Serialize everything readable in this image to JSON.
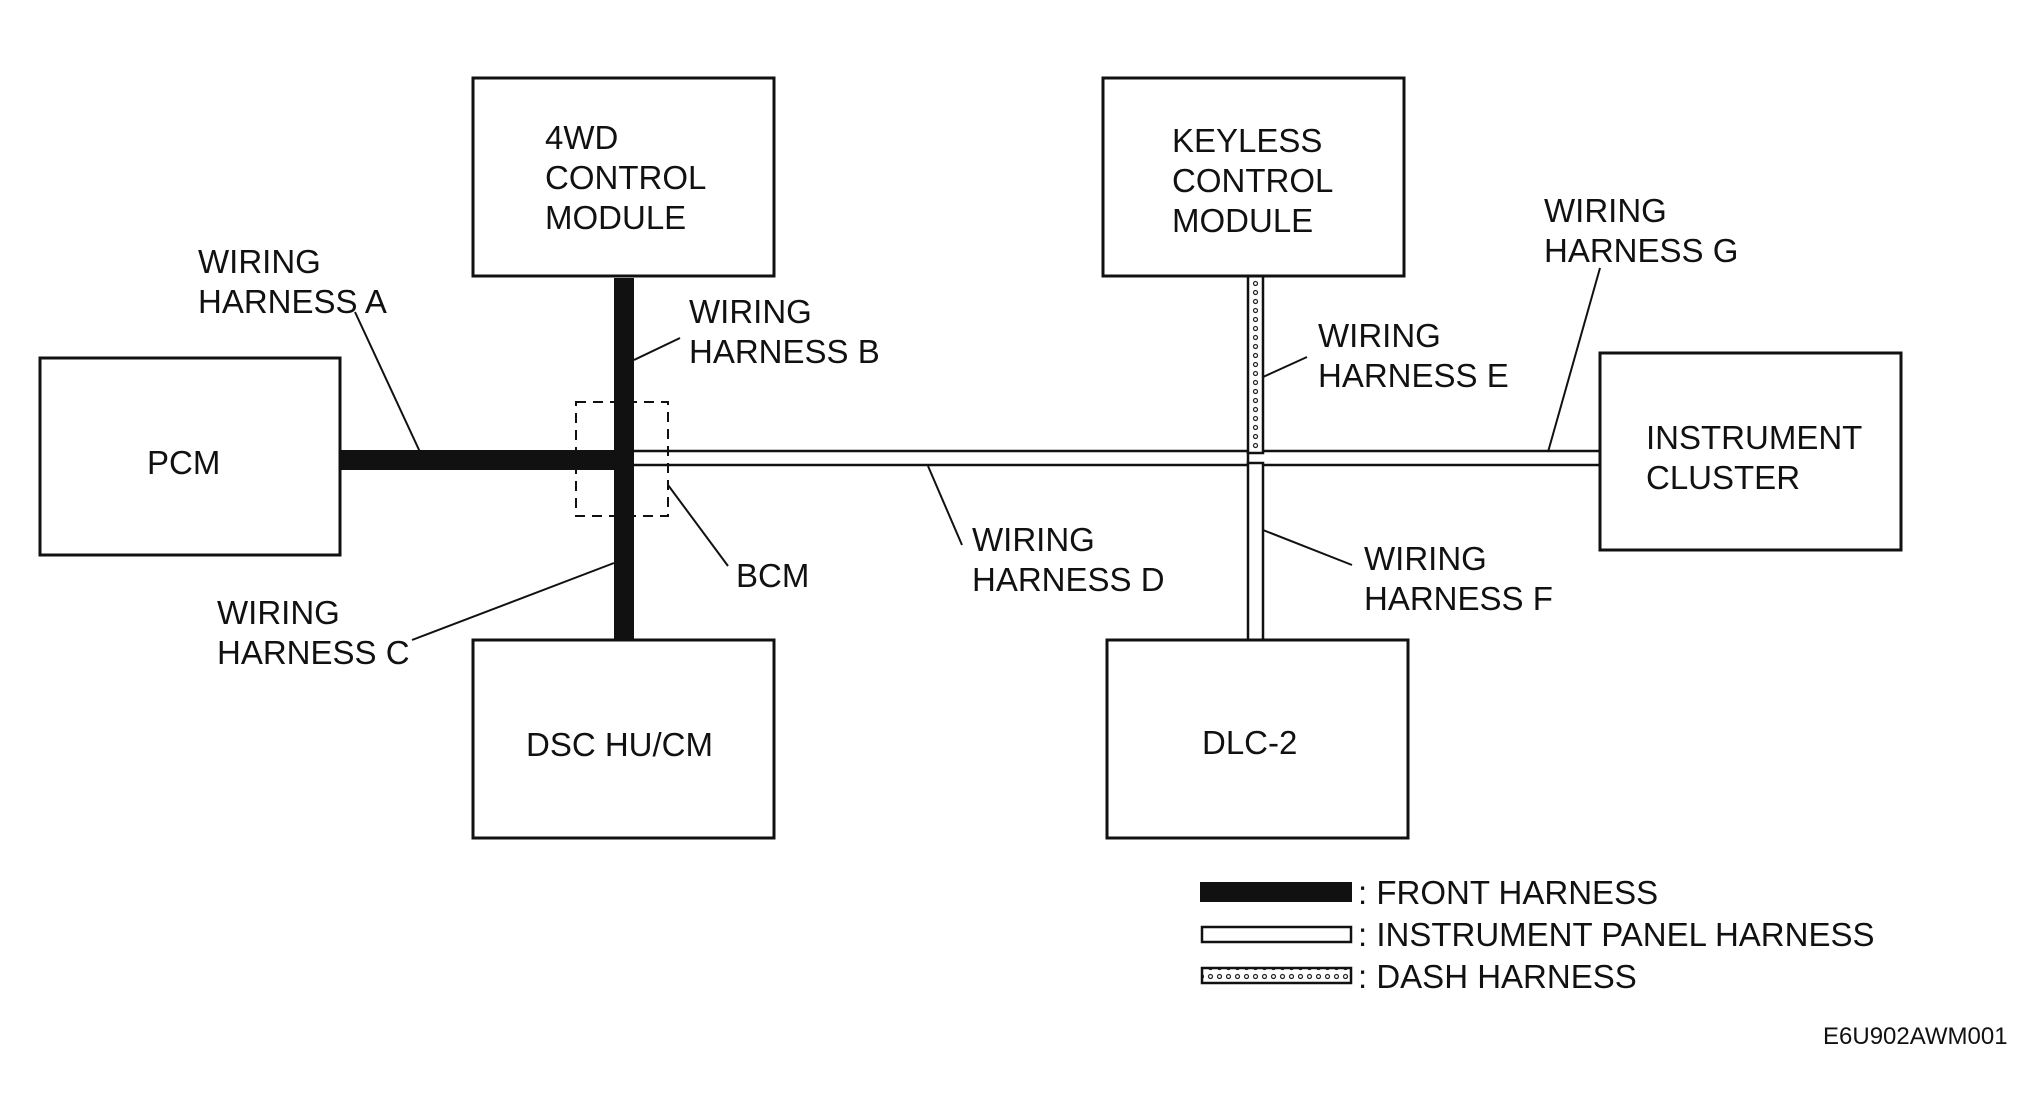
{
  "modules": {
    "fourwd": [
      "4WD",
      "CONTROL",
      "MODULE"
    ],
    "keyless": [
      "KEYLESS",
      "CONTROL",
      "MODULE"
    ],
    "pcm": [
      "PCM"
    ],
    "instrument": [
      "INSTRUMENT",
      "CLUSTER"
    ],
    "dsc": [
      "DSC HU/CM"
    ],
    "dlc": [
      "DLC-2"
    ]
  },
  "bcm_label": "BCM",
  "harnesses": {
    "a": [
      "WIRING",
      "HARNESS A"
    ],
    "b": [
      "WIRING",
      "HARNESS B"
    ],
    "c": [
      "WIRING",
      "HARNESS C"
    ],
    "d": [
      "WIRING",
      "HARNESS D"
    ],
    "e": [
      "WIRING",
      "HARNESS E"
    ],
    "f": [
      "WIRING",
      "HARNESS F"
    ],
    "g": [
      "WIRING",
      "HARNESS G"
    ]
  },
  "legend": {
    "front": ": FRONT HARNESS",
    "instrument_panel": ": INSTRUMENT PANEL HARNESS",
    "dash": ": DASH HARNESS"
  },
  "figure_code": "E6U902AWM001"
}
